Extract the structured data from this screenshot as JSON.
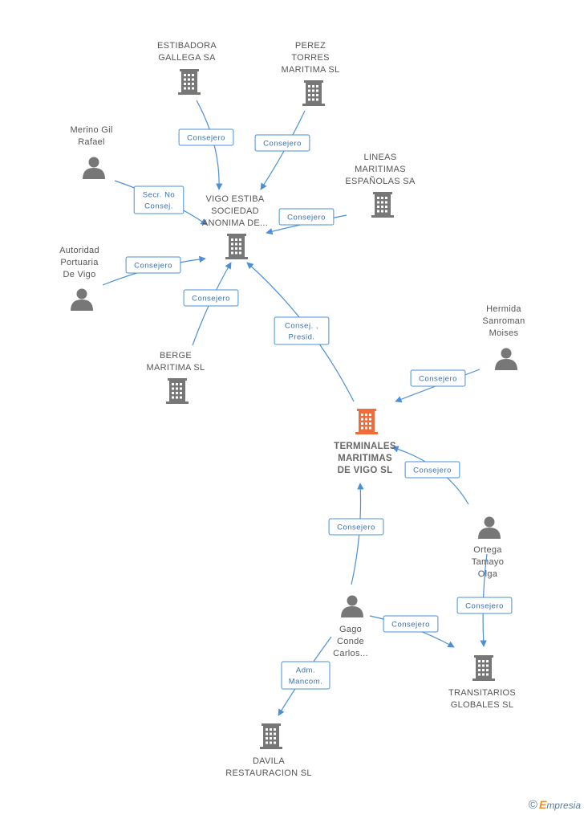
{
  "nodes": [
    {
      "id": "terminales",
      "type": "company",
      "focus": true,
      "lines": [
        "TERMINALES",
        "MARITIMAS",
        "DE VIGO SL"
      ]
    },
    {
      "id": "vigo_estiba",
      "type": "company",
      "lines": [
        "VIGO ESTIBA",
        "SOCIEDAD",
        "ANONIMA DE..."
      ]
    },
    {
      "id": "estibadora",
      "type": "company",
      "lines": [
        "ESTIBADORA",
        "GALLEGA SA"
      ]
    },
    {
      "id": "perez_torres",
      "type": "company",
      "lines": [
        "PEREZ",
        "TORRES",
        "MARITIMA SL"
      ]
    },
    {
      "id": "lineas",
      "type": "company",
      "lines": [
        "LINEAS",
        "MARITIMAS",
        "ESPAÑOLAS SA"
      ]
    },
    {
      "id": "berge",
      "type": "company",
      "lines": [
        "BERGE",
        "MARITIMA SL"
      ]
    },
    {
      "id": "transitarios",
      "type": "company",
      "lines": [
        "TRANSITARIOS",
        "GLOBALES SL"
      ]
    },
    {
      "id": "davila",
      "type": "company",
      "lines": [
        "DAVILA",
        "RESTAURACION SL"
      ]
    },
    {
      "id": "merino",
      "type": "person",
      "lines": [
        "Merino Gil",
        "Rafael"
      ]
    },
    {
      "id": "autoridad",
      "type": "person",
      "lines": [
        "Autoridad",
        "Portuaria",
        "De Vigo"
      ]
    },
    {
      "id": "hermida",
      "type": "person",
      "lines": [
        "Hermida",
        "Sanroman",
        "Moises"
      ]
    },
    {
      "id": "ortega",
      "type": "person",
      "lines": [
        "Ortega",
        "Tamayo",
        "Olga"
      ]
    },
    {
      "id": "gago",
      "type": "person",
      "lines": [
        "Gago",
        "Conde",
        "Carlos..."
      ]
    }
  ],
  "edges": [
    {
      "from": "estibadora",
      "to": "vigo_estiba",
      "lines": [
        "Consejero"
      ]
    },
    {
      "from": "perez_torres",
      "to": "vigo_estiba",
      "lines": [
        "Consejero"
      ]
    },
    {
      "from": "merino",
      "to": "vigo_estiba",
      "lines": [
        "Secr. No",
        "Consej."
      ]
    },
    {
      "from": "lineas",
      "to": "vigo_estiba",
      "lines": [
        "Consejero"
      ]
    },
    {
      "from": "autoridad",
      "to": "vigo_estiba",
      "lines": [
        "Consejero"
      ]
    },
    {
      "from": "berge",
      "to": "vigo_estiba",
      "lines": [
        "Consejero"
      ]
    },
    {
      "from": "terminales",
      "to": "vigo_estiba",
      "lines": [
        "Consej. ,",
        "Presid."
      ]
    },
    {
      "from": "hermida",
      "to": "terminales",
      "lines": [
        "Consejero"
      ]
    },
    {
      "from": "ortega",
      "to": "terminales",
      "lines": [
        "Consejero"
      ]
    },
    {
      "from": "gago",
      "to": "terminales",
      "lines": [
        "Consejero"
      ]
    },
    {
      "from": "ortega",
      "to": "transitarios",
      "lines": [
        "Consejero"
      ]
    },
    {
      "from": "gago",
      "to": "transitarios",
      "lines": [
        "Consejero"
      ]
    },
    {
      "from": "gago",
      "to": "davila",
      "lines": [
        "Adm.",
        "Mancom."
      ]
    }
  ],
  "colors": {
    "edge": "#4a90d9",
    "edge_text": "#3b6fb5",
    "icon_default": "#777777",
    "icon_focus": "#f26b3a"
  },
  "watermark": {
    "copyright": "©",
    "brand_initial": "E",
    "brand_rest": "mpresia"
  }
}
